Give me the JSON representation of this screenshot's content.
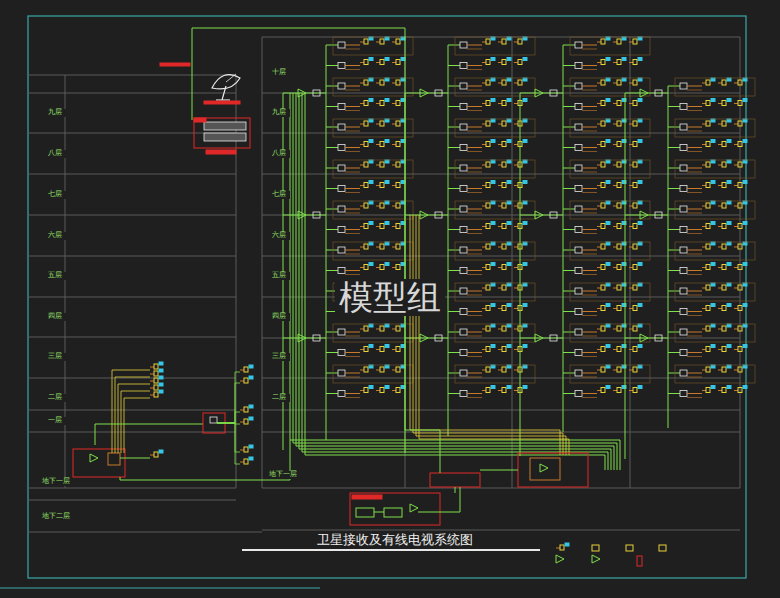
{
  "diagram": {
    "title": "卫星接收及有线电视系统图",
    "labels": [
      "九层",
      "八层",
      "七层",
      "六层",
      "五层",
      "四层",
      "三层",
      "二层",
      "一层",
      "地下一层",
      "地下二层",
      "十层",
      "九层",
      "八层",
      "七层",
      "六层",
      "五层",
      "四层",
      "三层",
      "二层",
      "地下一层",
      "模型组"
    ]
  }
}
